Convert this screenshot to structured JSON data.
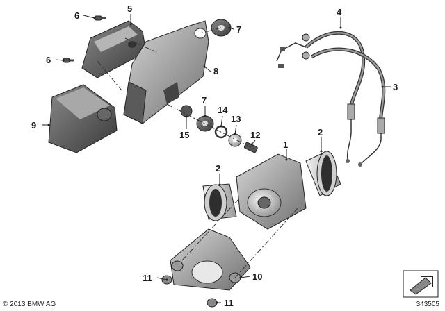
{
  "diagram": {
    "callouts": [
      {
        "id": "c1",
        "text": "1"
      },
      {
        "id": "c2a",
        "text": "2"
      },
      {
        "id": "c2b",
        "text": "2"
      },
      {
        "id": "c3",
        "text": "3"
      },
      {
        "id": "c4",
        "text": "4"
      },
      {
        "id": "c5",
        "text": "5"
      },
      {
        "id": "c6a",
        "text": "6"
      },
      {
        "id": "c6b",
        "text": "6"
      },
      {
        "id": "c7a",
        "text": "7"
      },
      {
        "id": "c7b",
        "text": "7"
      },
      {
        "id": "c8",
        "text": "8"
      },
      {
        "id": "c9",
        "text": "9"
      },
      {
        "id": "c10",
        "text": "10"
      },
      {
        "id": "c11a",
        "text": "11"
      },
      {
        "id": "c11b",
        "text": "11"
      },
      {
        "id": "c12",
        "text": "12"
      },
      {
        "id": "c13",
        "text": "13"
      },
      {
        "id": "c14",
        "text": "14"
      },
      {
        "id": "c15",
        "text": "15"
      }
    ],
    "copyright": "© 2013 BMW AG",
    "image_number": "343505"
  }
}
